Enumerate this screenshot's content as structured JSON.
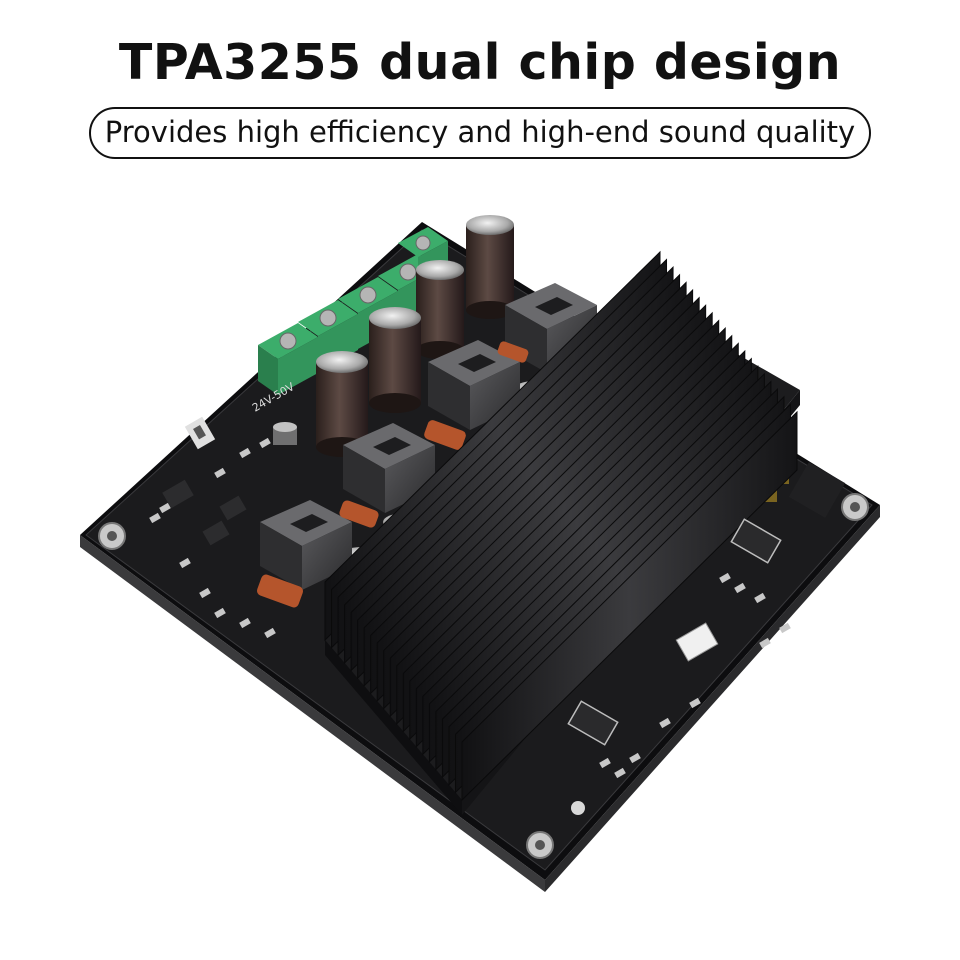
{
  "header": {
    "title": "TPA3255 dual chip design",
    "subtitle": "Provides high efficiency and high-end sound quality"
  },
  "colors": {
    "pcb": "#1b1b1d",
    "heatsink": "#2a2a2c",
    "terminal": "#2f9a5e",
    "capacitor": "#4a3a36",
    "inductor": "#3a3a3c",
    "film_cap": "#b5552c"
  },
  "board_labels": {
    "voltage_label": "24V-50V"
  }
}
